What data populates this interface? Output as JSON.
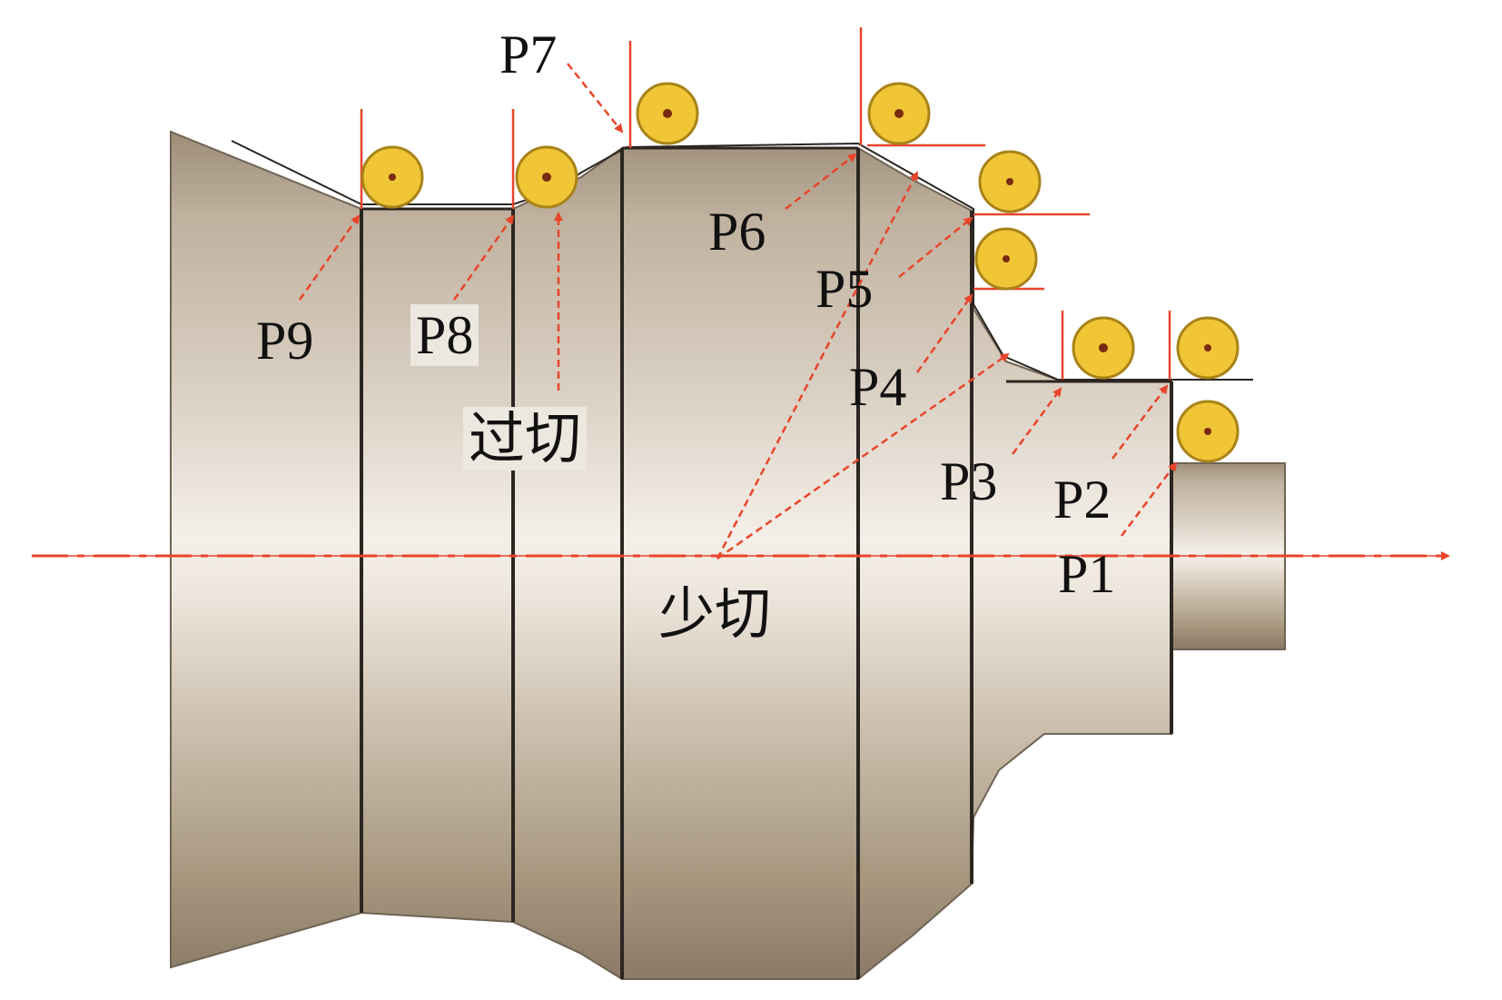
{
  "labels": {
    "p1": "P1",
    "p2": "P2",
    "p3": "P3",
    "p4": "P4",
    "p5": "P5",
    "p6": "P6",
    "p7": "P7",
    "p8": "P8",
    "p9": "P9",
    "overcut": "过切",
    "undercut": "少切"
  },
  "colors": {
    "background": "#ffffff",
    "part_body": "#c3b6a4",
    "part_highlight": "#f2ede6",
    "part_shadow": "#8f7f6c",
    "edge_line": "#2b2621",
    "tool_insert": "#f0c637",
    "tool_outline": "#a88318",
    "annotation_red": "#e8452a",
    "axis_red": "#e8452a",
    "text": "#111111"
  },
  "icons": {
    "tool": "round-insert-icon",
    "axis_arrow": "arrow-right-icon"
  }
}
